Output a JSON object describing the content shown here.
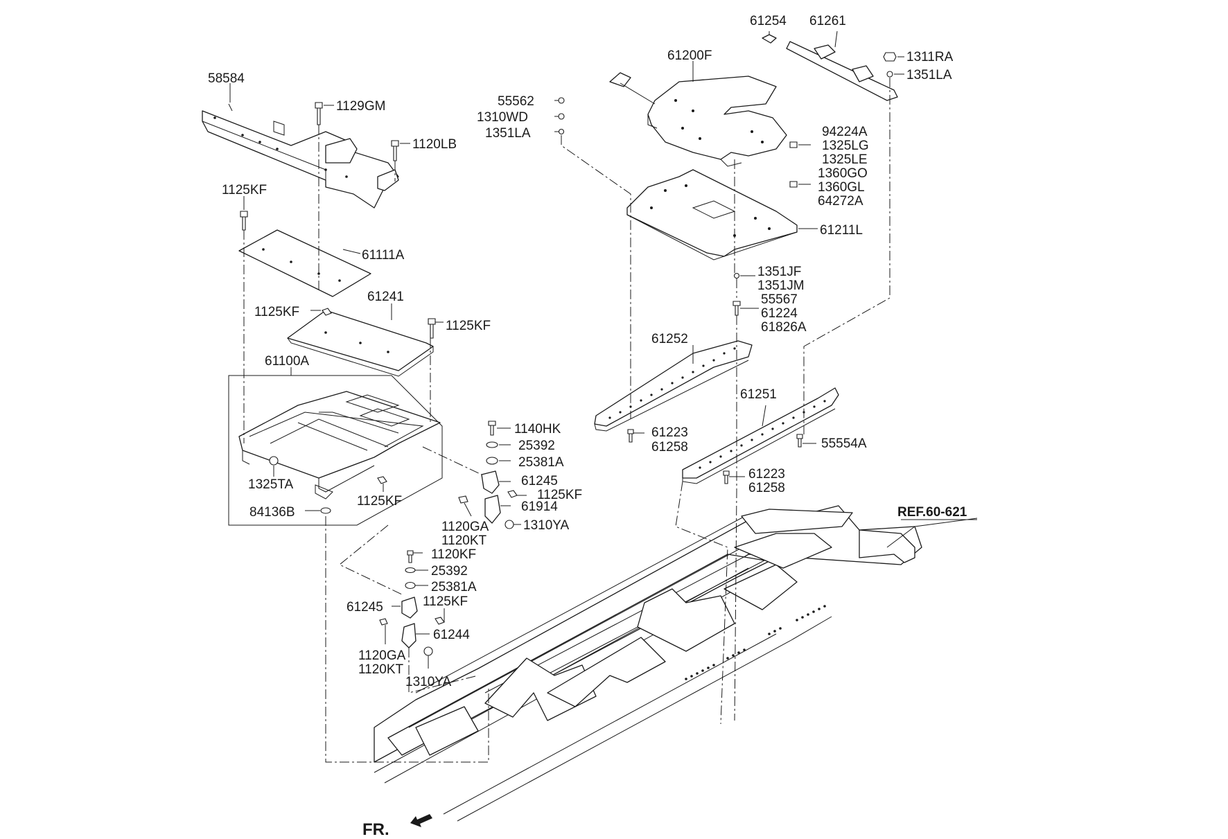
{
  "labels": {
    "p61254": "61254",
    "p61261": "61261",
    "p1311RA": "1311RA",
    "p1351LA_top": "1351LA",
    "p61200F": "61200F",
    "p58584": "58584",
    "p55562": "55562",
    "p1310WD": "1310WD",
    "p1351LA_mid": "1351LA",
    "p1129GM": "1129GM",
    "p1120LB": "1120LB",
    "p94224A": "94224A",
    "p1325LG": "1325LG",
    "p1325LE": "1325LE",
    "p1360GO": "1360GO",
    "p1360GL": "1360GL",
    "p64272A": "64272A",
    "p1125KF_a": "1125KF",
    "p61211L": "61211L",
    "p61111A": "61111A",
    "p1351JF": "1351JF",
    "p1351JM": "1351JM",
    "p55567": "55567",
    "p61224": "61224",
    "p61826A": "61826A",
    "p1125KF_b": "1125KF",
    "p61241": "61241",
    "p1125KF_c": "1125KF",
    "p61252": "61252",
    "p61100A": "61100A",
    "p61251": "61251",
    "p1140HK": "1140HK",
    "p25392_a": "25392",
    "p61223_a": "61223",
    "p61258_a": "61258",
    "p55554A": "55554A",
    "p25381A_a": "25381A",
    "p61245_a": "61245",
    "p1325TA": "1325TA",
    "p61223_b": "61223",
    "p61258_b": "61258",
    "p1125KF_d": "1125KF",
    "p1125KF_e": "1125KF",
    "p61914": "61914",
    "p84136B": "84136B",
    "p1120GA_a": "1120GA",
    "p1310YA_a": "1310YA",
    "p1120KT_a": "1120KT",
    "pREF": "REF.60-621",
    "p1120KF": "1120KF",
    "p25392_b": "25392",
    "p25381A_b": "25381A",
    "p61245_b": "61245",
    "p1125KF_f": "1125KF",
    "p61244": "61244",
    "p1120GA_b": "1120GA",
    "p1120KT_b": "1120KT",
    "p1310YA_b": "1310YA",
    "pFR": "FR."
  }
}
